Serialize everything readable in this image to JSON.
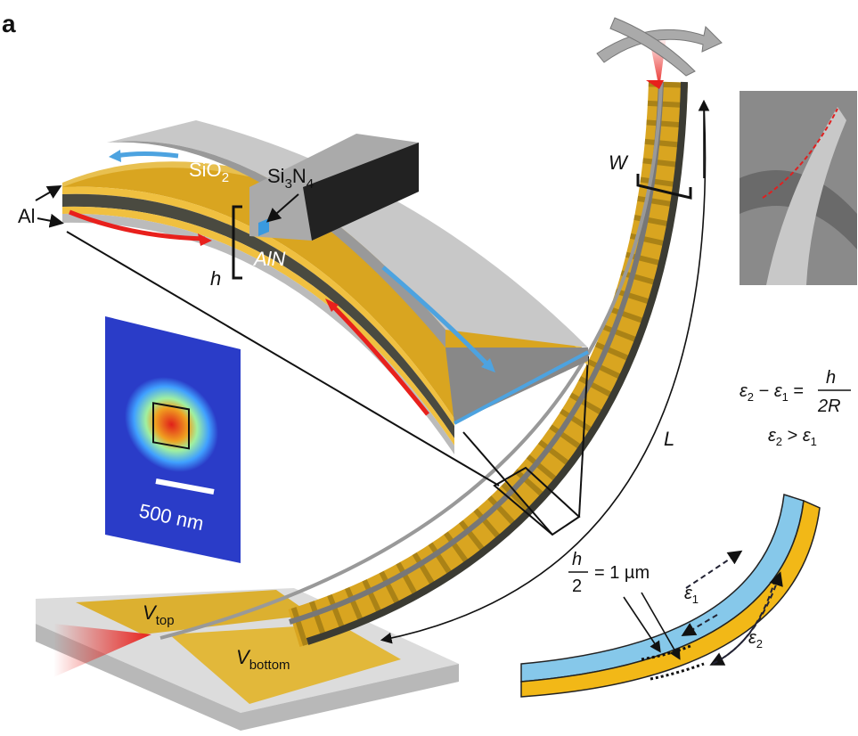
{
  "panel_label": "a",
  "labels": {
    "sio2": {
      "base": "SiO",
      "sub": "2"
    },
    "si3n4": {
      "a": "Si",
      "a_sub": "3",
      "b": "N",
      "b_sub": "4"
    },
    "al": "Al",
    "aln": "AlN",
    "h": "h",
    "w": "W",
    "l": "L",
    "scale_bar": "500 nm",
    "v_top": {
      "base": "V",
      "sub": "top"
    },
    "v_bottom": {
      "base": "V",
      "sub": "bottom"
    },
    "equation": {
      "e2": "ε",
      "e2_sub": "2",
      "minus": " − ",
      "e1": "ε",
      "e1_sub": "1",
      "eq": " = ",
      "num": "h",
      "den": "2R"
    },
    "inequality": {
      "e2": "ε",
      "e2_sub": "2",
      "gt": " > ",
      "e1": "ε",
      "e1_sub": "1"
    },
    "half_thickness": {
      "num": "h",
      "den": "2",
      "rest": "= 1 µm"
    },
    "eps1": {
      "base": "ε",
      "sub": "1"
    },
    "eps2": {
      "base": "ε",
      "sub": "2"
    }
  },
  "colors": {
    "gold": "#d9a520",
    "dark_layer": "#4a4a40",
    "sio2": "#a8a8a8",
    "arrow_red": "#e8201c",
    "arrow_blue": "#4da3e0",
    "bilayer_blue": "#86c8ea",
    "bilayer_yellow": "#f2b817",
    "mode_bg": "#2a3cc8"
  }
}
